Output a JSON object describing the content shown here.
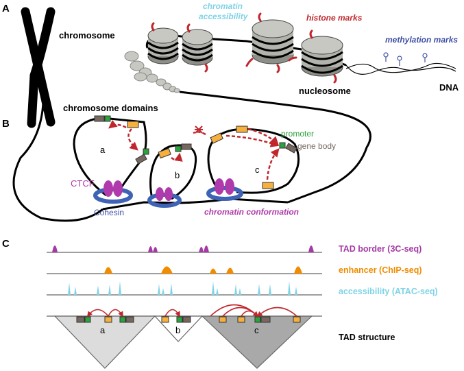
{
  "panels": {
    "a": "A",
    "b": "B",
    "c": "C"
  },
  "panel_a": {
    "chromosome": "chromosome",
    "chromatin_accessibility_line1": "chromatin",
    "chromatin_accessibility_line2": "accessibility",
    "histone_marks": "histone marks",
    "methylation_marks": "methylation marks",
    "nucleosome": "nucleosome",
    "dna": "DNA"
  },
  "panel_b": {
    "chromosome_domains": "chromosome domains",
    "promoter": "promoter",
    "gene_body": "gene body",
    "ctcf": "CTCF",
    "cohesin": "Cohesin",
    "chromatin_conformation": "chromatin conformation",
    "loop_a": "a",
    "loop_b": "b",
    "loop_c": "c"
  },
  "panel_c": {
    "tracks": [
      {
        "label": "TAD border (3C-seq)",
        "color": "#a43aa3"
      },
      {
        "label": "enhancer (ChIP-seq)",
        "color": "#f08c00"
      },
      {
        "label": "accessibility (ATAC-seq)",
        "color": "#7fd3e6"
      }
    ],
    "tad_structure": "TAD structure",
    "tad_a": "a",
    "tad_b": "b",
    "tad_c": "c"
  },
  "colors": {
    "ctcf": "#b03aab",
    "cohesin": "#3e63b6",
    "promoter": "#2aa33c",
    "enhancer": "#f6b03f",
    "gene_body": "#76685f",
    "histone": "#c0272d",
    "methylation": "#3e4fa3",
    "interaction": "#c0272d",
    "nucleosome": "#b3b3ad"
  }
}
